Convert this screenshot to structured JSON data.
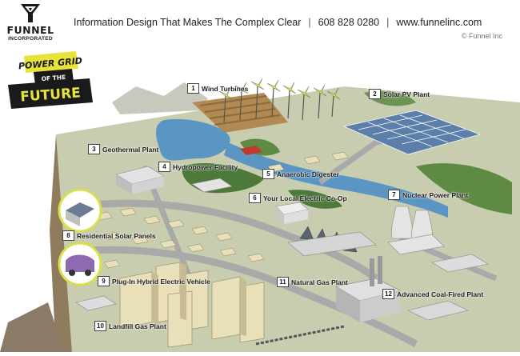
{
  "header": {
    "brand_name": "FUNNEL",
    "brand_sub": "INCORPORATED",
    "tagline": "Information Design That Makes The Complex Clear",
    "phone": "608 828 0280",
    "website": "www.funnelinc.com",
    "separator": "|",
    "copyright": "© Funnel Inc"
  },
  "title_badge": {
    "line1": "POWER GRID",
    "line2": "OF THE",
    "line3": "FUTURE"
  },
  "labels": [
    {
      "num": "1",
      "text": "Wind Turbines"
    },
    {
      "num": "2",
      "text": "Solar PV Plant"
    },
    {
      "num": "3",
      "text": "Geothermal Plant"
    },
    {
      "num": "4",
      "text": "Hydropower Facility"
    },
    {
      "num": "5",
      "text": "Anaerobic Digester"
    },
    {
      "num": "6",
      "text": "Your Local Electric Co-Op"
    },
    {
      "num": "7",
      "text": "Nuclear Power Plant"
    },
    {
      "num": "8",
      "text": "Residential Solar Panels"
    },
    {
      "num": "9",
      "text": "Plug-In Hybrid Electric Vehicle"
    },
    {
      "num": "10",
      "text": "Landfill Gas Plant"
    },
    {
      "num": "11",
      "text": "Natural Gas Plant"
    },
    {
      "num": "12",
      "text": "Advanced Coal-Fired Plant"
    }
  ],
  "colors": {
    "ground": "#c9cdb0",
    "water": "#5a95c4",
    "forest": "#4d7a3a",
    "road": "#a9a9a9",
    "building": "#e9dfb8",
    "accent_yellow": "#e8e33a",
    "badge_black": "#1a1a1a"
  }
}
